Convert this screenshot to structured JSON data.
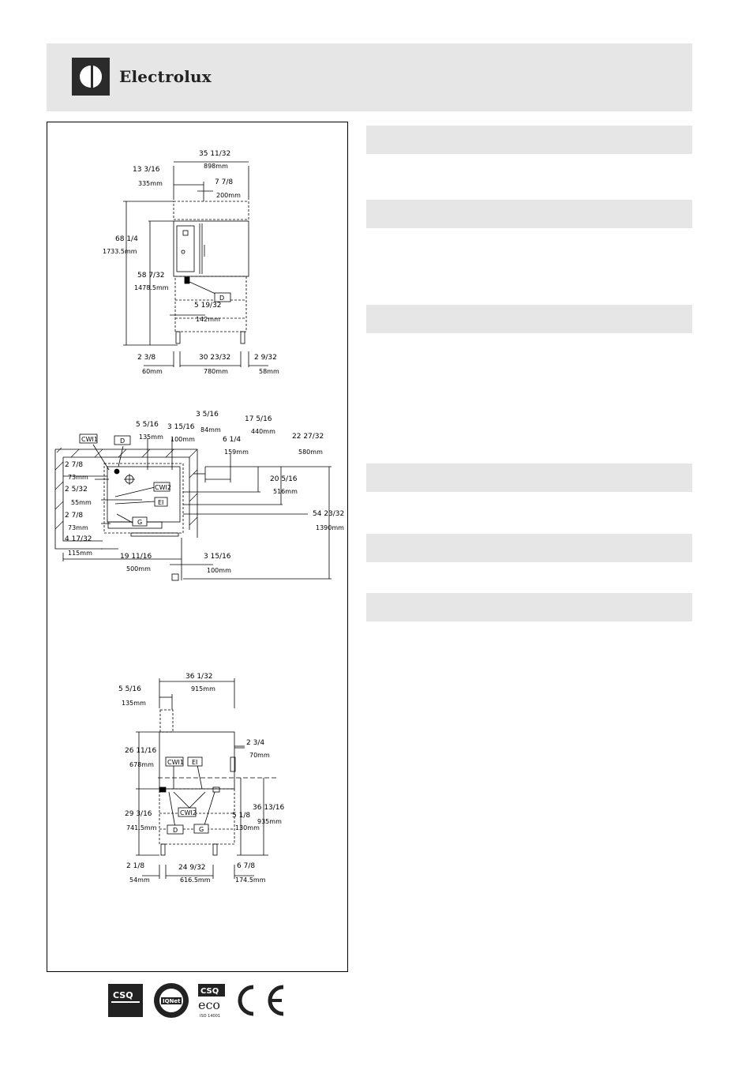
{
  "header": {
    "brand": "Electrolux",
    "band_color": "#e6e6e6"
  },
  "drawing": {
    "front_view": {
      "dims": [
        {
          "frac": "35 11/32",
          "mm": "898mm"
        },
        {
          "frac": "13 3/16",
          "mm": "335mm"
        },
        {
          "frac": "7 7/8",
          "mm": "200mm"
        },
        {
          "frac": "68 1/4",
          "mm": "1733.5mm"
        },
        {
          "frac": "58 7/32",
          "mm": "1478.5mm"
        },
        {
          "frac": "5 19/32",
          "mm": "142mm"
        },
        {
          "frac": "2 3/8",
          "mm": "60mm"
        },
        {
          "frac": "30 23/32",
          "mm": "780mm"
        },
        {
          "frac": "2 9/32",
          "mm": "58mm"
        }
      ],
      "labels": [
        "D"
      ]
    },
    "top_view": {
      "dims": [
        {
          "frac": "5 5/16",
          "mm": "135mm"
        },
        {
          "frac": "3 15/16",
          "mm": "100mm"
        },
        {
          "frac": "3 5/16",
          "mm": "84mm"
        },
        {
          "frac": "17 5/16",
          "mm": "440mm"
        },
        {
          "frac": "22 27/32",
          "mm": "580mm"
        },
        {
          "frac": "6 1/4",
          "mm": "159mm"
        },
        {
          "frac": "20 5/16",
          "mm": "516mm"
        },
        {
          "frac": "54 23/32",
          "mm": "1390mm"
        },
        {
          "frac": "2 7/8",
          "mm": "73mm"
        },
        {
          "frac": "2 5/32",
          "mm": "55mm"
        },
        {
          "frac": "2 7/8",
          "mm": "73mm"
        },
        {
          "frac": "4 17/32",
          "mm": "115mm"
        },
        {
          "frac": "19 11/16",
          "mm": "500mm"
        },
        {
          "frac": "3 15/16",
          "mm": "100mm"
        }
      ],
      "labels": [
        "CWI1",
        "D",
        "CWI2",
        "EI",
        "G"
      ]
    },
    "side_view": {
      "dims": [
        {
          "frac": "36 1/32",
          "mm": "915mm"
        },
        {
          "frac": "5 5/16",
          "mm": "135mm"
        },
        {
          "frac": "26 11/16",
          "mm": "678mm"
        },
        {
          "frac": "2 3/4",
          "mm": "70mm"
        },
        {
          "frac": "29 3/16",
          "mm": "741.5mm"
        },
        {
          "frac": "5 1/8",
          "mm": "130mm"
        },
        {
          "frac": "36 13/16",
          "mm": "935mm"
        },
        {
          "frac": "2 1/8",
          "mm": "54mm"
        },
        {
          "frac": "24 9/32",
          "mm": "616.5mm"
        },
        {
          "frac": "6 7/8",
          "mm": "174.5mm"
        }
      ],
      "labels": [
        "CWI1",
        "EI",
        "CWI2",
        "D",
        "G"
      ]
    }
  },
  "certifications": {
    "csq": "CSQ",
    "iqnet": "IQNet",
    "eco": "eco",
    "iso": "ISO 14001",
    "ce": "CE"
  },
  "colors": {
    "section_bar": "#e6e6e6",
    "logo_dark": "#2b2b2b"
  }
}
